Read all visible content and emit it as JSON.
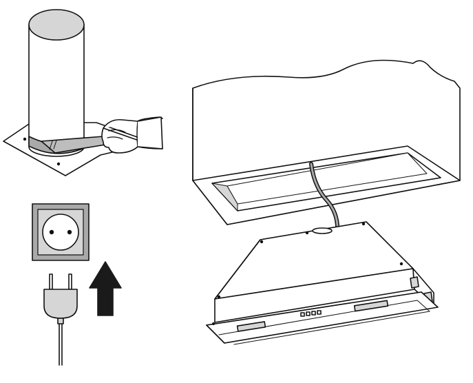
{
  "figure": {
    "panels": [
      "duct-taping",
      "wall-socket",
      "built-in-hood-installation"
    ],
    "colors": {
      "line": "#111111",
      "fill_white": "#ffffff",
      "fill_light_gray": "#d6d6d6",
      "fill_mid_gray": "#a9a9a9",
      "fill_dark": "#1a1a1a"
    },
    "icons": [
      "duct-pipe-icon",
      "hand-icon",
      "tape-icon",
      "socket-icon",
      "plug-icon",
      "arrow-up-icon",
      "range-hood-icon",
      "cabinet-icon",
      "cable-icon"
    ]
  }
}
